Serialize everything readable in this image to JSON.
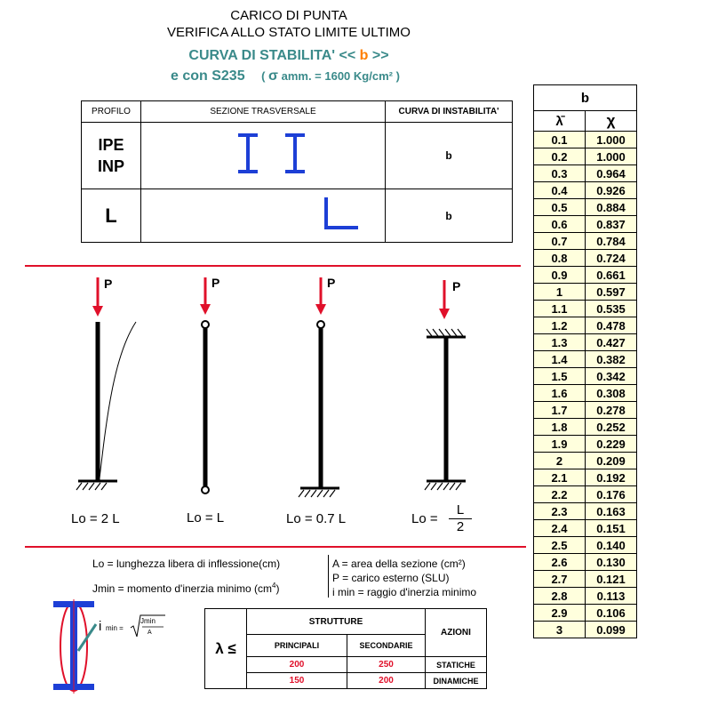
{
  "header": {
    "line1": "CARICO DI PUNTA",
    "line2": "VERIFICA  ALLO STATO LIMITE ULTIMO",
    "line3_pre": "CURVA DI STABILITA' << ",
    "line3_curve": "b",
    "line3_post": " >>",
    "line4_main": "e con S235",
    "line4_sigma": "σ",
    "line4_rest": " amm. = 1600 Kg/cm² )",
    "line4_open": "("
  },
  "profile_table": {
    "col_profilo": "PROFILO",
    "col_sezione": "SEZIONE TRASVERSALE",
    "col_curva": "CURVA DI INSTABILITA'",
    "rows": [
      {
        "profilo_1": "IPE",
        "profilo_2": "INP",
        "curva": "b"
      },
      {
        "profilo_1": "L",
        "profilo_2": "",
        "curva": "b"
      }
    ]
  },
  "columns": {
    "load_label": "P",
    "lo1": "Lo = 2 L",
    "lo2": "Lo = L",
    "lo3": "Lo = 0.7  L",
    "lo4_pre": "Lo = ",
    "lo4_num": "L",
    "lo4_den": "2"
  },
  "legend": {
    "lo_def": "Lo =  lunghezza libera di inflessione(cm)",
    "jmin_def": "Jmin = momento d'inerzia minimo  (cm",
    "jmin_exp": "4",
    "jmin_close": ")",
    "a_def": "A = area della sezione (cm²)",
    "p_def": "P = carico esterno (SLU)",
    "i_def": "i min =  raggio d'inerzia  minimo",
    "formula_i": "i",
    "formula_min": "min =",
    "formula_num": "Jmin",
    "formula_den": "A"
  },
  "strutture_table": {
    "lambda_label": "λ ≤",
    "strutture": "STRUTTURE",
    "principali": "PRINCIPALI",
    "secondarie": "SECONDARIE",
    "azioni": "AZIONI",
    "rows": [
      {
        "principali": "200",
        "secondarie": "250",
        "azione": "STATICHE"
      },
      {
        "principali": "150",
        "secondarie": "200",
        "azione": "DINAMICHE"
      }
    ]
  },
  "chi_table": {
    "curve": "b",
    "col_lambda": "λ̄",
    "col_chi": "χ",
    "rows": [
      [
        "0.1",
        "1.000"
      ],
      [
        "0.2",
        "1.000"
      ],
      [
        "0.3",
        "0.964"
      ],
      [
        "0.4",
        "0.926"
      ],
      [
        "0.5",
        "0.884"
      ],
      [
        "0.6",
        "0.837"
      ],
      [
        "0.7",
        "0.784"
      ],
      [
        "0.8",
        "0.724"
      ],
      [
        "0.9",
        "0.661"
      ],
      [
        "1",
        "0.597"
      ],
      [
        "1.1",
        "0.535"
      ],
      [
        "1.2",
        "0.478"
      ],
      [
        "1.3",
        "0.427"
      ],
      [
        "1.4",
        "0.382"
      ],
      [
        "1.5",
        "0.342"
      ],
      [
        "1.6",
        "0.308"
      ],
      [
        "1.7",
        "0.278"
      ],
      [
        "1.8",
        "0.252"
      ],
      [
        "1.9",
        "0.229"
      ],
      [
        "2",
        "0.209"
      ],
      [
        "2.1",
        "0.192"
      ],
      [
        "2.2",
        "0.176"
      ],
      [
        "2.3",
        "0.163"
      ],
      [
        "2.4",
        "0.151"
      ],
      [
        "2.5",
        "0.140"
      ],
      [
        "2.6",
        "0.130"
      ],
      [
        "2.7",
        "0.121"
      ],
      [
        "2.8",
        "0.113"
      ],
      [
        "2.9",
        "0.106"
      ],
      [
        "3",
        "0.099"
      ]
    ]
  },
  "colors": {
    "accent_red": "#e0102a",
    "teal": "#3a8a8a",
    "orange": "#ff7f00",
    "blue_profile": "#1d3fd6",
    "table_fill": "#ffffdd"
  }
}
